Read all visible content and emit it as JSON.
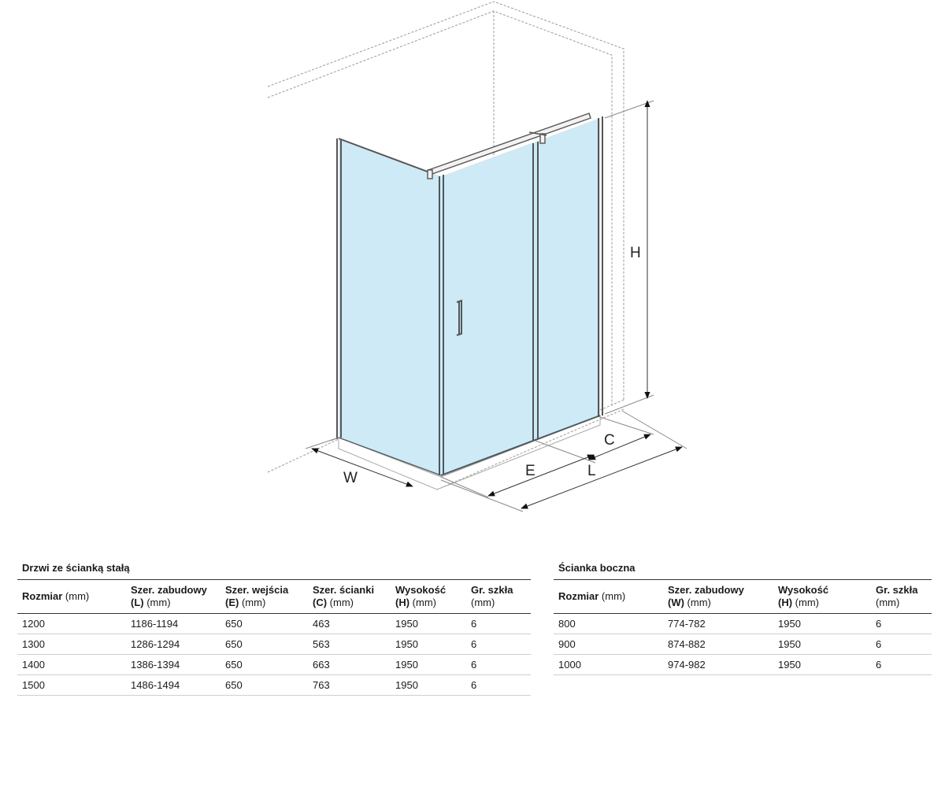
{
  "diagram": {
    "labels": {
      "H": "H",
      "W": "W",
      "E": "E",
      "L": "L",
      "C": "C"
    },
    "colors": {
      "glass": "#cdeaf6",
      "frame": "#555555",
      "wall_lines": "#9a9a9a"
    }
  },
  "left_table": {
    "title": "Drzwi ze ścianką stałą",
    "headers": [
      {
        "bold": "Rozmiar",
        "normal": " (mm)",
        "bold2": "",
        "normal2": ""
      },
      {
        "bold": "Szer. zabudowy",
        "normal": "",
        "bold2": "(L)",
        "normal2": " (mm)"
      },
      {
        "bold": "Szer. wejścia",
        "normal": "",
        "bold2": "(E)",
        "normal2": " (mm)"
      },
      {
        "bold": "Szer. ścianki",
        "normal": "",
        "bold2": "(C)",
        "normal2": " (mm)"
      },
      {
        "bold": "Wysokość",
        "normal": "",
        "bold2": "(H)",
        "normal2": " (mm)"
      },
      {
        "bold": "Gr. szkła",
        "normal": "",
        "bold2": "",
        "normal2": "(mm)"
      }
    ],
    "rows": [
      [
        "1200",
        "1186-1194",
        "650",
        "463",
        "1950",
        "6"
      ],
      [
        "1300",
        "1286-1294",
        "650",
        "563",
        "1950",
        "6"
      ],
      [
        "1400",
        "1386-1394",
        "650",
        "663",
        "1950",
        "6"
      ],
      [
        "1500",
        "1486-1494",
        "650",
        "763",
        "1950",
        "6"
      ]
    ]
  },
  "right_table": {
    "title": "Ścianka boczna",
    "headers": [
      {
        "bold": "Rozmiar",
        "normal": " (mm)",
        "bold2": "",
        "normal2": ""
      },
      {
        "bold": "Szer. zabudowy",
        "normal": "",
        "bold2": "(W)",
        "normal2": " (mm)"
      },
      {
        "bold": "Wysokość",
        "normal": "",
        "bold2": "(H)",
        "normal2": " (mm)"
      },
      {
        "bold": "Gr. szkła",
        "normal": "",
        "bold2": "",
        "normal2": "(mm)"
      }
    ],
    "rows": [
      [
        "800",
        "774-782",
        "1950",
        "6"
      ],
      [
        "900",
        "874-882",
        "1950",
        "6"
      ],
      [
        "1000",
        "974-982",
        "1950",
        "6"
      ]
    ]
  }
}
